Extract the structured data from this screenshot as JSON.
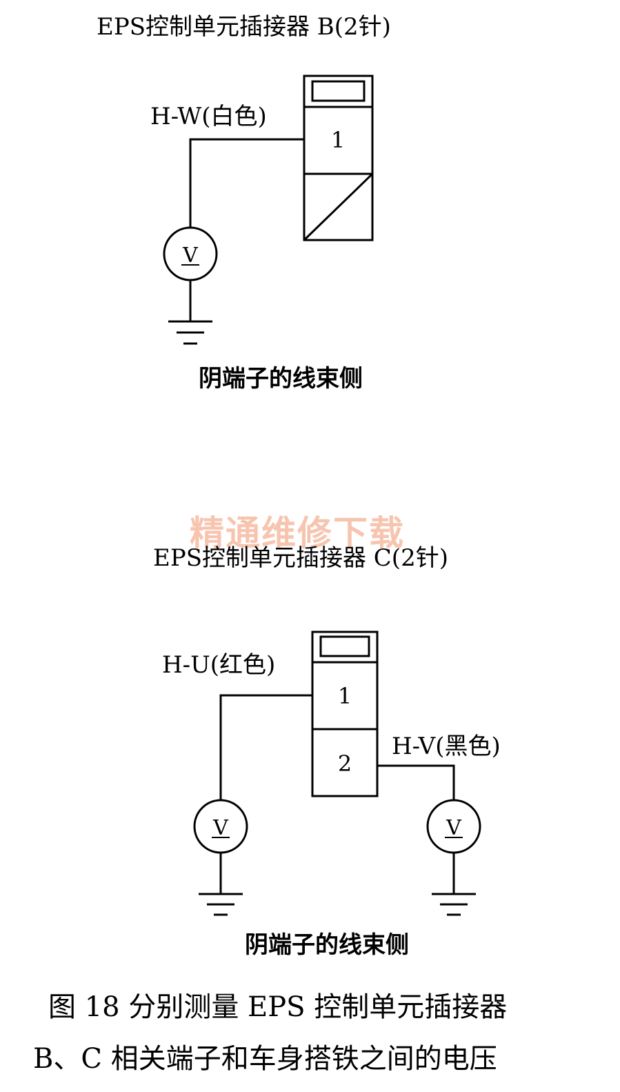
{
  "diagram_b": {
    "title": "EPS控制单元插接器  B(2针)",
    "wire_label": "H-W(白色)",
    "pin1": "1",
    "meter_symbol": "V",
    "side_label": "阴端子的线束侧"
  },
  "diagram_c": {
    "title": "EPS控制单元插接器  C(2针)",
    "wire_label_left": "H-U(红色)",
    "wire_label_right": "H-V(黑色)",
    "pin1": "1",
    "pin2": "2",
    "meter_symbol": "V",
    "side_label": "阴端子的线束侧"
  },
  "watermark": "精通维修下载",
  "caption": {
    "line1": "图 18   分别测量 EPS 控制单元插接器",
    "line2": "B、C 相关端子和车身搭铁之间的电压"
  }
}
